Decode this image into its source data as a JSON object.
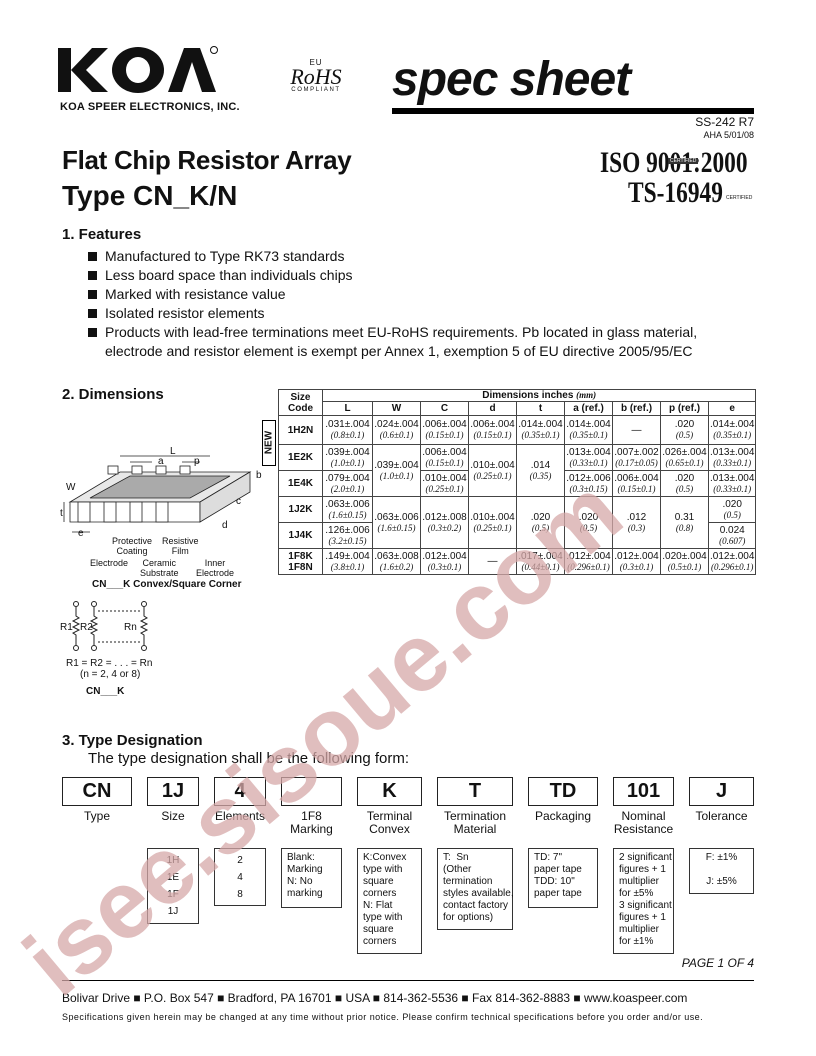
{
  "header": {
    "company": "KOA SPEER ELECTRONICS, INC.",
    "rohs": {
      "eu": "EU",
      "mark": "RoHS",
      "compliant": "COMPLIANT"
    },
    "spec_title": "spec sheet",
    "doc_no": "SS-242 R7",
    "doc_date": "AHA 5/01/08",
    "iso": "ISO 9001:2000",
    "ts": "TS-16949",
    "certified": "CERTIFIED"
  },
  "title": {
    "line1": "Flat Chip Resistor Array",
    "line2": "Type CN_K/N"
  },
  "features": {
    "heading": "1.  Features",
    "items": [
      "Manufactured to Type RK73 standards",
      "Less board space than individuals chips",
      "Marked with resistance value",
      "Isolated resistor elements",
      "Products with lead-free terminations meet EU-RoHS requirements. Pb located in glass material,"
    ],
    "item5_cont": "electrode and resistor element is exempt per Annex 1, exemption 5 of EU directive 2005/95/EC"
  },
  "dimensions": {
    "heading": "2.  Dimensions",
    "new_tag": "NEW",
    "table_heading": "Dimensions inches",
    "table_unit": "(mm)",
    "size_code_label": "Size Code",
    "columns": [
      "L",
      "W",
      "C",
      "d",
      "t",
      "a (ref.)",
      "b (ref.)",
      "p (ref.)",
      "e"
    ],
    "rows": {
      "r1": {
        "code": "1H2N",
        "L": ".031±.004",
        "Lm": "(0.8±0.1)",
        "W": ".024±.004",
        "Wm": "(0.6±0.1)",
        "C": ".006±.004",
        "Cm": "(0.15±0.1)",
        "d": ".006±.004",
        "dm": "(0.15±0.1)",
        "t": ".014±.004",
        "tm": "(0.35±0.1)",
        "a": ".014±.004",
        "am": "(0.35±0.1)",
        "b": "—",
        "p": ".020",
        "pm": "(0.5)",
        "e": ".014±.004",
        "em": "(0.35±0.1)"
      },
      "r2": {
        "code": "1E2K",
        "L": ".039±.004",
        "Lm": "(1.0±0.1)",
        "W": ".039±.004",
        "Wm": "(1.0±0.1)",
        "C": ".006±.004",
        "Cm": "(0.15±0.1)",
        "d": ".010±.004",
        "dm": "(0.25±0.1)",
        "t": ".014",
        "tm": "(0.35)",
        "a": ".013±.004",
        "am": "(0.33±0.1)",
        "b": ".007±.002",
        "bm": "(0.17±0.05)",
        "p": ".026±.004",
        "pm": "(0.65±0.1)",
        "e": ".013±.004",
        "em": "(0.33±0.1)"
      },
      "r3": {
        "code": "1E4K",
        "L": ".079±.004",
        "Lm": "(2.0±0.1)",
        "C": ".010±.004",
        "Cm": "(0.25±0.1)",
        "a": ".012±.006",
        "am": "(0.3±0.15)",
        "b": ".006±.004",
        "bm": "(0.15±0.1)",
        "p": ".020",
        "pm": "(0.5)",
        "e": ".013±.004",
        "em": "(0.33±0.1)"
      },
      "r4": {
        "code": "1J2K",
        "L": ".063±.006",
        "Lm": "(1.6±0.15)",
        "W": ".063±.006",
        "Wm": "(1.6±0.15)",
        "C": ".012±.008",
        "Cm": "(0.3±0.2)",
        "d": ".010±.004",
        "dm": "(0.25±0.1)",
        "t": ".020",
        "tm": "(0.5)",
        "a": ".020",
        "am": "(0.5)",
        "b": ".012",
        "bm": "(0.3)",
        "p": "0.31",
        "pm": "(0.8)",
        "e": ".020",
        "em": "(0.5)"
      },
      "r5": {
        "code": "1J4K",
        "L": ".126±.006",
        "Lm": "(3.2±0.15)",
        "e": "0.024",
        "em": "(0.607)"
      },
      "r6": {
        "code": "1F8K",
        "code2": "1F8N",
        "L": ".149±.004",
        "Lm": "(3.8±0.1)",
        "W": ".063±.008",
        "Wm": "(1.6±0.2)",
        "C": ".012±.004",
        "Cm": "(0.3±0.1)",
        "d": "—",
        "t": ".017±.004",
        "tm": "(0.44±0.1)",
        "a": ".012±.004",
        "am": "(0.296±0.1)",
        "b": ".012±.004",
        "bm": "(0.3±0.1)",
        "p": ".020±.004",
        "pm": "(0.5±0.1)",
        "e": ".012±.004",
        "em": "(0.296±0.1)"
      }
    },
    "drawing": {
      "a": "a",
      "L": "L",
      "p": "p",
      "b": "b",
      "W": "W",
      "t": "t",
      "c": "c",
      "d": "d",
      "e": "e",
      "electrode": "Electrode",
      "coating": "Protective\nCoating",
      "substrate": "Ceramic\nSubstrate",
      "film": "Resistive\nFilm",
      "inner": "Inner\nElectrode",
      "caption": "CN___K Convex/Square Corner"
    },
    "circuit": {
      "r1": "R1",
      "r2": "R2",
      "rn": "Rn",
      "eq": "R1 = R2 = . . . = Rn",
      "n": "(n = 2, 4 or 8)",
      "caption": "CN___K"
    }
  },
  "type_designation": {
    "heading": "3.  Type Designation",
    "intro": "The type designation shall be the following form:",
    "boxes": [
      "CN",
      "1J",
      "4",
      "",
      "K",
      "T",
      "TD",
      "101",
      "J"
    ],
    "labels": [
      "Type",
      "Size",
      "Elements",
      "1F8\nMarking",
      "Terminal\nConvex",
      "Termination\nMaterial",
      "Packaging",
      "Nominal\nResistance",
      "Tolerance"
    ],
    "size_options": [
      "1H",
      "1E",
      "1F",
      "1J"
    ],
    "element_options": [
      "2",
      "4",
      "8"
    ],
    "marking_options": "Blank:\nMarking\nN: No\nmarking",
    "convex_options": "K:Convex\ntype with\nsquare\ncorners\nN: Flat\ntype with\nsquare\ncorners",
    "termination_options": "T:  Sn\n(Other\ntermination\nstyles available,\ncontact factory\nfor options)",
    "packaging_options": "TD: 7\"\npaper tape\nTDD: 10\"\npaper tape",
    "resistance_options": "2 significant\nfigures + 1\nmultiplier\nfor ±5%\n3 significant\nfigures + 1\nmultiplier\nfor ±1%",
    "tolerance_options": "F: ±1%\n\nJ: ±5%"
  },
  "footer": {
    "page": "PAGE 1 OF 4",
    "address": "Bolivar Drive  ■  P.O. Box 547  ■  Bradford, PA 16701  ■  USA  ■  814-362-5536  ■  Fax 814-362-8883  ■  www.koaspeer.com",
    "disclaimer": "Specifications given herein may be changed at any time without prior notice. Please confirm technical specifications before you order and/or use."
  },
  "watermark": "isee.sisoue.com",
  "colors": {
    "watermark": "#d6a8a8",
    "text": "#111111"
  }
}
